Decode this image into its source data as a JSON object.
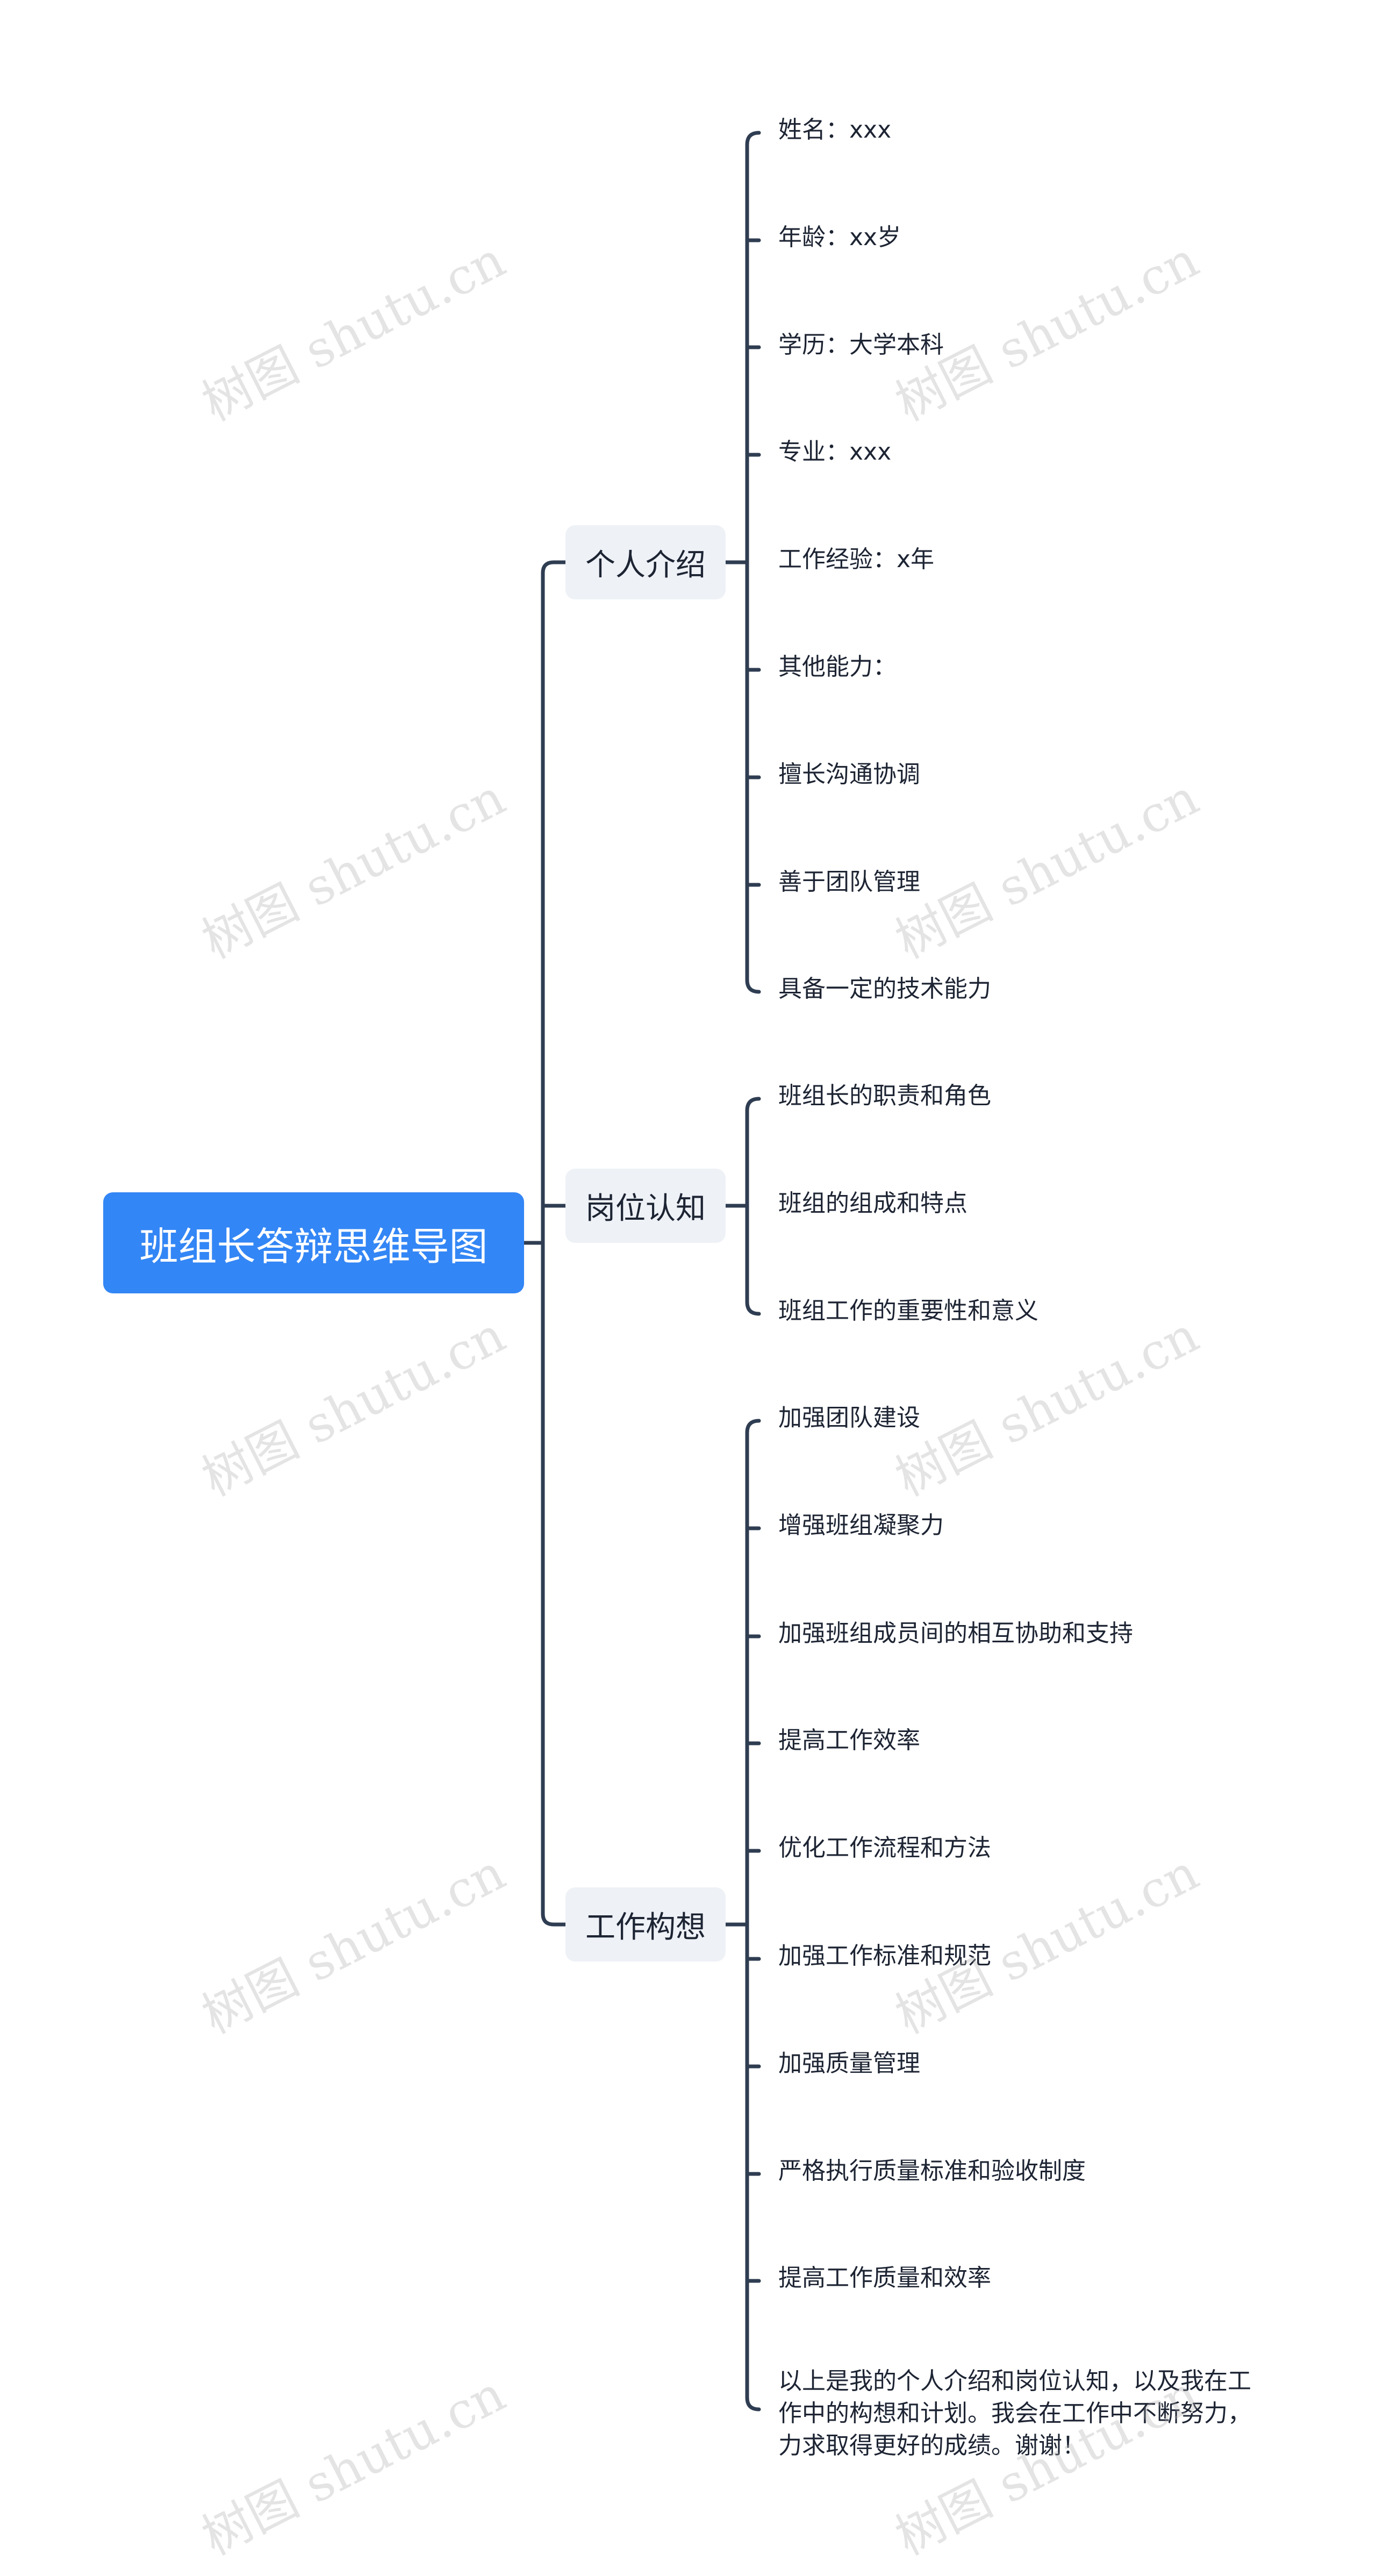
{
  "root": {
    "label": "班组长答辩思维导图"
  },
  "branches": [
    {
      "label": "个人介绍",
      "children": [
        "姓名：xxx",
        "年龄：xx岁",
        "学历：大学本科",
        "专业：xxx",
        "工作经验：x年",
        "其他能力：",
        "擅长沟通协调",
        "善于团队管理",
        "具备一定的技术能力"
      ]
    },
    {
      "label": "岗位认知",
      "children": [
        "班组长的职责和角色",
        "班组的组成和特点",
        "班组工作的重要性和意义"
      ]
    },
    {
      "label": "工作构想",
      "children": [
        "加强团队建设",
        "增强班组凝聚力",
        "加强班组成员间的相互协助和支持",
        "提高工作效率",
        "优化工作流程和方法",
        "加强工作标准和规范",
        "加强质量管理",
        "严格执行质量标准和验收制度",
        "提高工作质量和效率",
        "以上是我的个人介绍和岗位认知，以及我在工作中的构想和计划。我会在工作中不断努力，力求取得更好的成绩。谢谢！"
      ]
    }
  ],
  "watermark": "树图 shutu.cn",
  "colors": {
    "root_bg": "#3386f5",
    "topic_bg": "#eef1f6",
    "line": "#2f3d52",
    "text": "#1d2433"
  }
}
